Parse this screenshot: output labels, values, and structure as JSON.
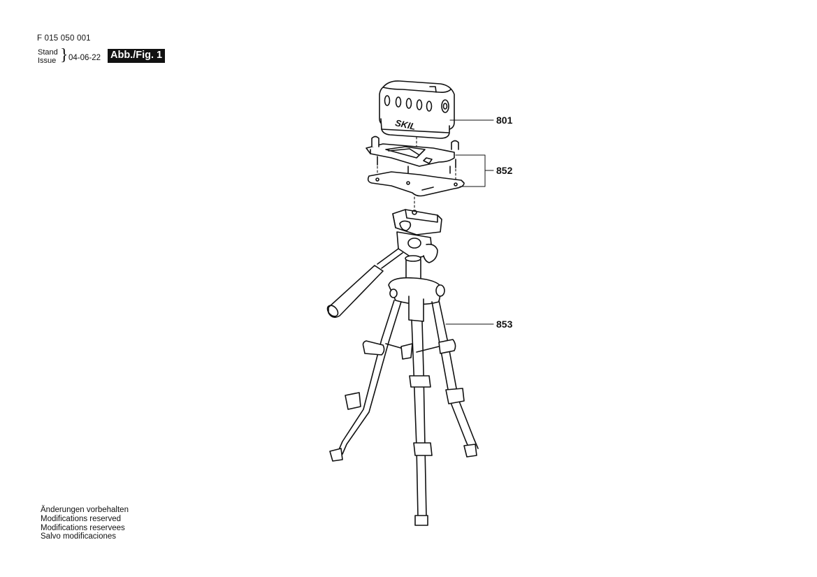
{
  "header": {
    "doc_number": "F 015 050 001",
    "stand_label": "Stand",
    "issue_label": "Issue",
    "issue_date": "04-06-22",
    "figure_label": "Abb./Fig. 1"
  },
  "drawing": {
    "brand_text": "SKIL",
    "parts": [
      {
        "number": "801"
      },
      {
        "number": "852"
      },
      {
        "number": "853"
      }
    ]
  },
  "notes": {
    "lines": [
      "Änderungen vorbehalten",
      "Modifications reserved",
      "Modifications reservees",
      "Salvo modificaciones"
    ]
  }
}
